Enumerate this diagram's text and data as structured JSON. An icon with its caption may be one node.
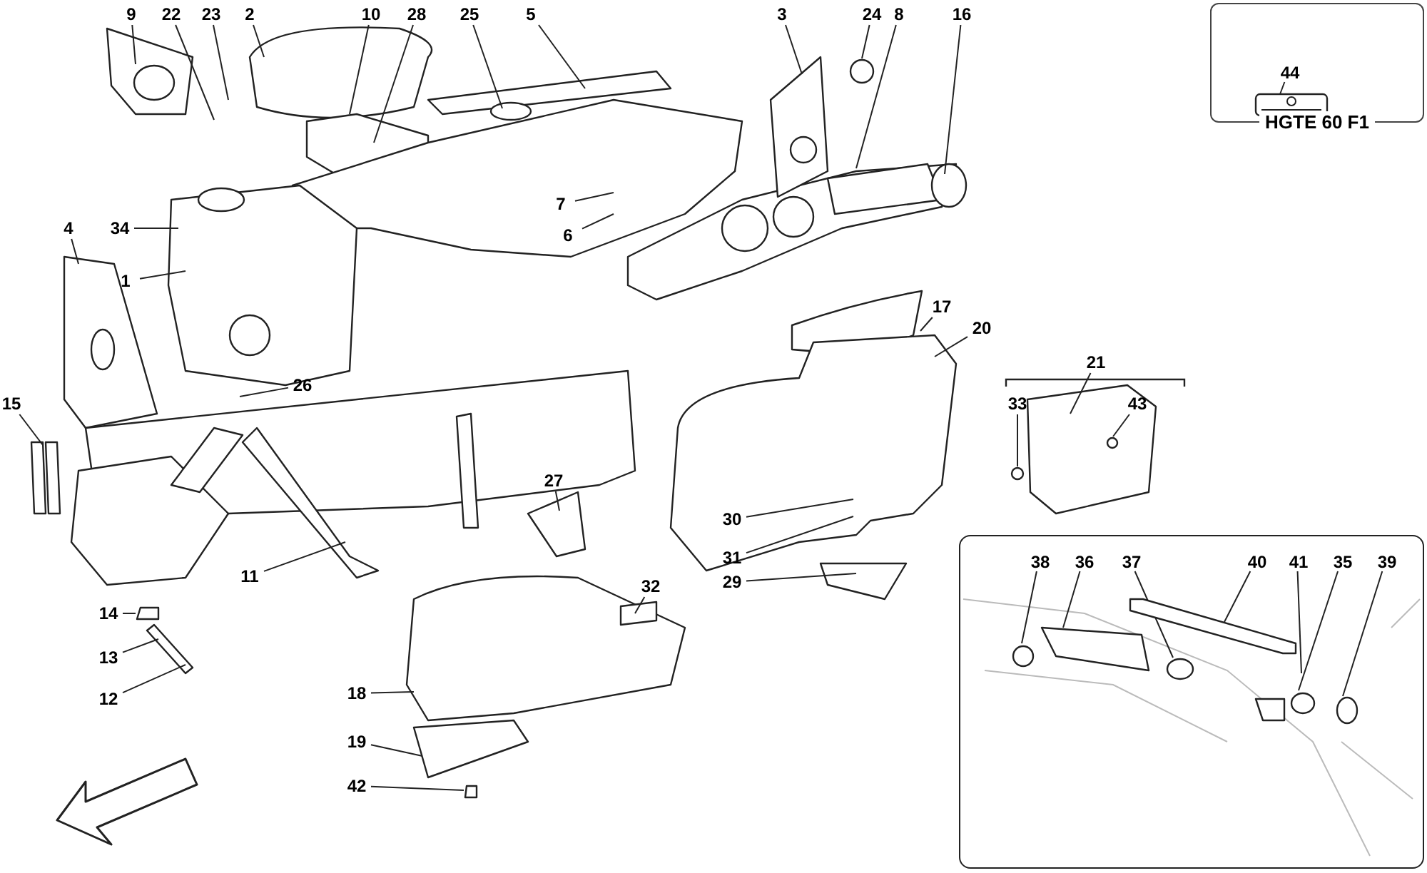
{
  "diagram": {
    "nodes": [
      {
        "text": [
          "HGTE 60 F1"
        ]
      },
      {
        "text": [
          "44"
        ],
        "in": 0
      },
      {
        "text": [
          "9"
        ]
      },
      {
        "text": [
          "22"
        ]
      },
      {
        "text": [
          "23"
        ]
      },
      {
        "text": [
          "2"
        ]
      },
      {
        "text": [
          "10"
        ]
      },
      {
        "text": [
          "28"
        ]
      },
      {
        "text": [
          "25"
        ]
      },
      {
        "text": [
          "5"
        ]
      },
      {
        "text": [
          "3"
        ]
      },
      {
        "text": [
          "24"
        ]
      },
      {
        "text": [
          "8"
        ]
      },
      {
        "text": [
          "16"
        ]
      },
      {
        "text": [
          "4"
        ]
      },
      {
        "text": [
          "34"
        ]
      },
      {
        "text": [
          "1"
        ]
      },
      {
        "text": [
          "7"
        ]
      },
      {
        "text": [
          "6"
        ]
      },
      {
        "text": [
          "17"
        ]
      },
      {
        "text": [
          "20"
        ]
      },
      {
        "text": [
          "21"
        ]
      },
      {
        "text": [
          "33"
        ]
      },
      {
        "text": [
          "43"
        ]
      },
      {
        "text": [
          "26"
        ]
      },
      {
        "text": [
          "15"
        ]
      },
      {
        "text": [
          "27"
        ]
      },
      {
        "text": [
          "30"
        ]
      },
      {
        "text": [
          "31"
        ]
      },
      {
        "text": [
          "29"
        ]
      },
      {
        "text": [
          "32"
        ]
      },
      {
        "text": [
          "11"
        ]
      },
      {
        "text": [
          "14"
        ]
      },
      {
        "text": [
          "13"
        ]
      },
      {
        "text": [
          "12"
        ]
      },
      {
        "text": [
          "18"
        ]
      },
      {
        "text": [
          "19"
        ]
      },
      {
        "text": [
          "42"
        ]
      },
      {
        "text": [],
        "shape": "box"
      },
      {
        "text": [
          "38"
        ],
        "in": 38
      },
      {
        "text": [
          "36"
        ],
        "in": 38
      },
      {
        "text": [
          "37"
        ],
        "in": 38
      },
      {
        "text": [
          "40"
        ],
        "in": 38
      },
      {
        "text": [
          "41"
        ],
        "in": 38
      },
      {
        "text": [
          "35"
        ],
        "in": 38
      },
      {
        "text": [
          "39"
        ],
        "in": 38
      },
      {
        "text": [],
        "shape": "circle"
      },
      {
        "text": [],
        "shape": "circle"
      },
      {
        "text": [],
        "shape": "circle"
      },
      {
        "text": [],
        "shape": "box"
      },
      {
        "text": [],
        "shape": "box"
      },
      {
        "text": [],
        "shape": "circle",
        "in": 38
      },
      {
        "text": [],
        "shape": "circle",
        "in": 38
      },
      {
        "text": [],
        "shape": "bar",
        "in": 38
      },
      {
        "text": [],
        "shape": "circle",
        "in": 38
      },
      {
        "text": [],
        "shape": "circle",
        "in": 38
      }
    ],
    "edges": [
      {
        "from": 1,
        "to": null,
        "arrow": "none"
      },
      {
        "from": 2,
        "to": null,
        "arrow": "none"
      },
      {
        "from": 3,
        "to": null,
        "arrow": "none"
      },
      {
        "from": 4,
        "to": null,
        "arrow": "none"
      },
      {
        "from": 5,
        "to": null,
        "arrow": "none"
      },
      {
        "from": 6,
        "to": null,
        "arrow": "none"
      },
      {
        "from": 7,
        "to": null,
        "arrow": "none"
      },
      {
        "from": 8,
        "to": null,
        "arrow": "none"
      },
      {
        "from": 9,
        "to": null,
        "arrow": "none"
      },
      {
        "from": 10,
        "to": null,
        "arrow": "none"
      },
      {
        "from": 11,
        "to": 46,
        "arrow": "none"
      },
      {
        "from": 12,
        "to": null,
        "arrow": "none"
      },
      {
        "from": 13,
        "to": null,
        "arrow": "none"
      },
      {
        "from": 14,
        "to": null,
        "arrow": "none"
      },
      {
        "from": 15,
        "to": null,
        "arrow": "none"
      },
      {
        "from": 16,
        "to": null,
        "arrow": "none"
      },
      {
        "from": 17,
        "to": null,
        "arrow": "none"
      },
      {
        "from": 18,
        "to": null,
        "arrow": "none"
      },
      {
        "from": 19,
        "to": null,
        "arrow": "none"
      },
      {
        "from": 20,
        "to": null,
        "arrow": "none"
      },
      {
        "from": 21,
        "to": null,
        "arrow": "none"
      },
      {
        "from": 22,
        "to": 47,
        "arrow": "none"
      },
      {
        "from": 23,
        "to": 48,
        "arrow": "none"
      },
      {
        "from": 24,
        "to": null,
        "arrow": "none"
      },
      {
        "from": 25,
        "to": null,
        "arrow": "none"
      },
      {
        "from": 26,
        "to": null,
        "arrow": "none"
      },
      {
        "from": 27,
        "to": null,
        "arrow": "none"
      },
      {
        "from": 28,
        "to": null,
        "arrow": "none"
      },
      {
        "from": 29,
        "to": null,
        "arrow": "none"
      },
      {
        "from": 30,
        "to": null,
        "arrow": "none"
      },
      {
        "from": 31,
        "to": null,
        "arrow": "none"
      },
      {
        "from": 32,
        "to": 49,
        "arrow": "none"
      },
      {
        "from": 33,
        "to": null,
        "arrow": "none"
      },
      {
        "from": 34,
        "to": null,
        "arrow": "none"
      },
      {
        "from": 35,
        "to": null,
        "arrow": "none"
      },
      {
        "from": 36,
        "to": null,
        "arrow": "none"
      },
      {
        "from": 37,
        "to": 50,
        "arrow": "none"
      },
      {
        "from": 39,
        "to": 51,
        "arrow": "none"
      },
      {
        "from": 40,
        "to": null,
        "arrow": "none"
      },
      {
        "from": 41,
        "to": 52,
        "arrow": "none"
      },
      {
        "from": 42,
        "to": 53,
        "arrow": "none"
      },
      {
        "from": 43,
        "to": null,
        "arrow": "none"
      },
      {
        "from": 44,
        "to": 54,
        "arrow": "none"
      },
      {
        "from": 45,
        "to": 55,
        "arrow": "none"
      }
    ]
  }
}
